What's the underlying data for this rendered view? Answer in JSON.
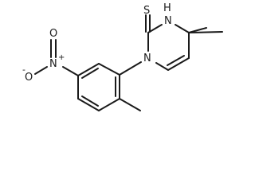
{
  "molecule": {
    "atoms": {
      "sulfur": "S",
      "nh": "N",
      "nh_h": "H",
      "ring_n": "N",
      "nitro_n": "N",
      "nitro_plus": "+",
      "nitro_o_top": "O",
      "nitro_o_left": "O",
      "nitro_minus": "-"
    }
  }
}
